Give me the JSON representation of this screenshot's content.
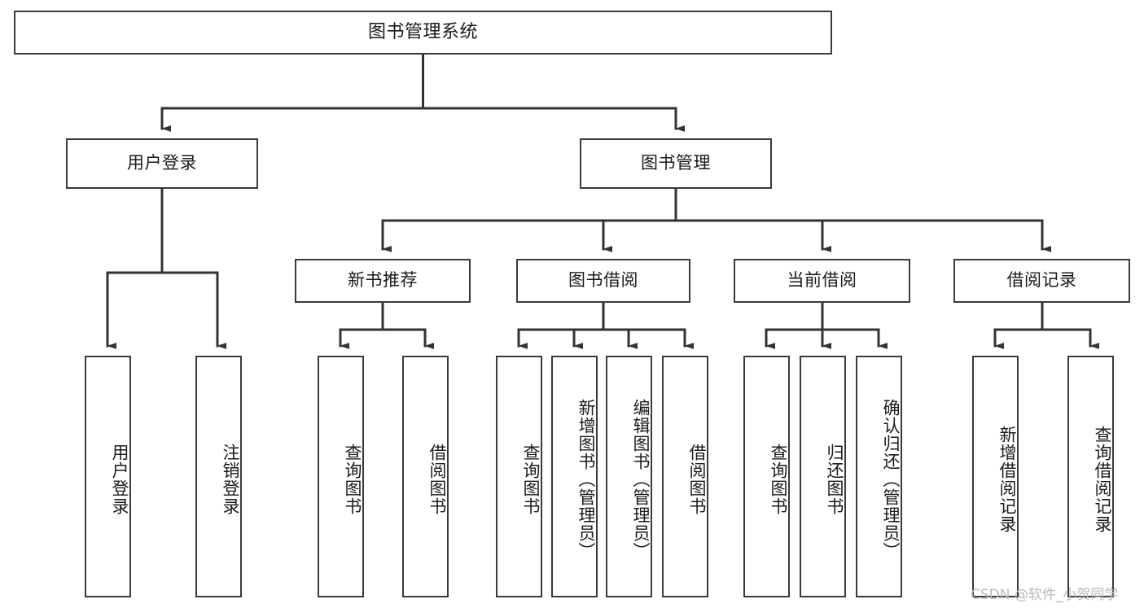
{
  "diagram": {
    "title": "图书管理系统",
    "watermark": "CSDN @软件_小贺同学",
    "colors": {
      "box_border": "#3a3a3a",
      "box_fill": "#ffffff",
      "connector": "#333333",
      "text": "#1a1a1a",
      "watermark": "#b9b9b9"
    },
    "root": {
      "label": "图书管理系统"
    },
    "level2": [
      {
        "label": "用户登录"
      },
      {
        "label": "图书管理"
      }
    ],
    "level3": [
      {
        "label": "新书推荐"
      },
      {
        "label": "图书借阅"
      },
      {
        "label": "当前借阅"
      },
      {
        "label": "借阅记录"
      }
    ],
    "leaves": {
      "user_login": [
        {
          "label": "用户登录"
        },
        {
          "label": "注销登录"
        }
      ],
      "new_book": [
        {
          "label": "查询图书"
        },
        {
          "label": "借阅图书"
        }
      ],
      "book_borrow": [
        {
          "label": "查询图书"
        },
        {
          "label": "新增图书（管理员）"
        },
        {
          "label": "编辑图书（管理员）"
        },
        {
          "label": "借阅图书"
        }
      ],
      "current_borrow": [
        {
          "label": "查询图书"
        },
        {
          "label": "归还图书"
        },
        {
          "label": "确认归还（管理员）"
        }
      ],
      "borrow_record": [
        {
          "label": "新增借阅记录"
        },
        {
          "label": "查询借阅记录"
        }
      ]
    }
  }
}
